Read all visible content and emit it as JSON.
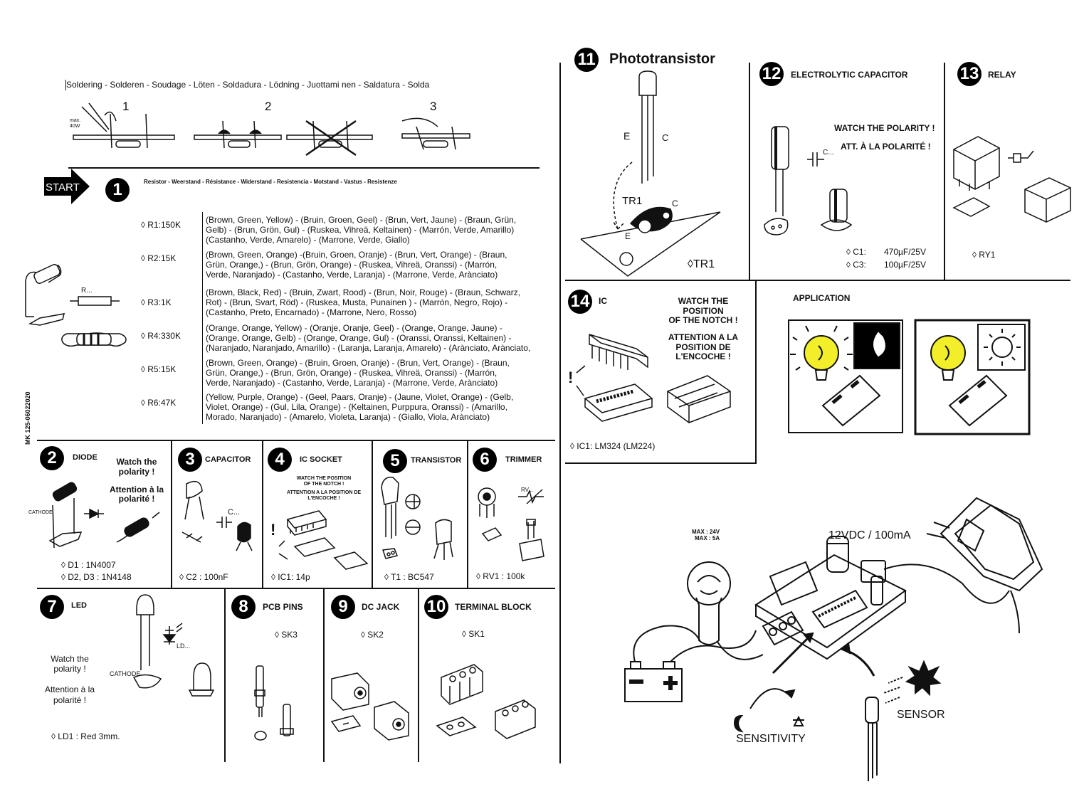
{
  "soldering": {
    "title": "Soldering - Solderen - Soudage - Löten - Soldadura - Lödning - Juottami nen - Saldatura - Solda",
    "steps": [
      "1",
      "2",
      "3"
    ],
    "iron_label": "max. 40W"
  },
  "start_label": "START",
  "side_code": "MK 125-06022020",
  "step1": {
    "num": "1",
    "title": "Resistor - Weerstand - Résistance - Widerstand - Resistencia - Motstand - Vastus - Resistenze",
    "symbol_label": "R...",
    "resistors": [
      {
        "code": "◊ R1:150K",
        "desc": "(Brown, Green, Yellow) - (Bruin, Groen, Geel) - (Brun, Vert, Jaune) - (Braun, Grün,\nGelb) - (Brun, Grön, Gul) - (Ruskea, Vihreä, Keltainen) - (Marrón, Verde, Amarillo)\n(Castanho, Verde, Amarelo) - (Marrone, Verde, Giallo)"
      },
      {
        "code": "◊ R2:15K",
        "desc": "(Brown, Green, Orange) -(Bruin, Groen, Oranje) - (Brun, Vert, Orange) - (Braun,\nGrün, Orange,) - (Brun, Grön, Orange) - (Ruskea, Vihreä, Oranssi) - (Marrón,\nVerde, Naranjado) - (Castanho, Verde, Laranja) - (Marrone, Verde, Arànciato)"
      },
      {
        "code": "◊ R3:1K",
        "desc": "(Brown, Black, Red) - (Bruin, Zwart, Rood) - (Brun, Noir, Rouge) - (Braun, Schwarz,\nRot) - (Brun, Svart, Röd) - (Ruskea, Musta, Punainen ) - (Marrón, Negro, Rojo) -\n(Castanho, Preto, Encarnado) - (Marrone, Nero, Rosso)"
      },
      {
        "code": "◊ R4:330K",
        "desc": "(Orange, Orange, Yellow) - (Oranje, Oranje, Geel) - (Orange, Orange, Jaune) -\n(Orange, Orange, Gelb) - (Orange, Orange, Gul) - (Oranssi, Oranssi, Keltainen) -\n(Naranjado, Naranjado, Amarillo) - (Laranja, Laranja, Amarelo) - (Arànciato, Arànciato,"
      },
      {
        "code": "◊ R5:15K",
        "desc": "(Brown, Green, Orange) - (Bruin, Groen, Oranje) - (Brun, Vert, Orange) - (Braun,\nGrün, Orange,) - (Brun, Grön, Orange) - (Ruskea, Vihreä, Oranssi) - (Marrón,\nVerde, Naranjado) - (Castanho, Verde, Laranja) - (Marrone, Verde, Arànciato)"
      },
      {
        "code": "◊ R6:47K",
        "desc": "(Yellow, Purple, Orange) - (Geel, Paars, Oranje) - (Jaune, Violet, Orange) - (Gelb,\nViolet, Orange) - (Gul, Lila, Orange) - (Keltainen, Purppura, Oranssi) - (Amarillo,\nMorado, Naranjado) - (Amarelo, Violeta, Laranja) - (Giallo, Viola, Arànciato)"
      }
    ]
  },
  "step2": {
    "num": "2",
    "title": "DIODE",
    "watch1": "Watch the",
    "watch2": "polarity !",
    "att1": "Attention à la",
    "att2": "polarité !",
    "cathode": "CATHODE",
    "d1": "◊  D1 : 1N4007",
    "d2": "◊  D2, D3 : 1N4148"
  },
  "step3": {
    "num": "3",
    "title": "CAPACITOR",
    "symbol": "C...",
    "c2": "◊ C2 : 100nF"
  },
  "step4": {
    "num": "4",
    "title": "IC SOCKET",
    "watch1": "WATCH THE POSITION",
    "watch2": "OF THE NOTCH !",
    "att1": "ATTENTION A LA POSITION DE",
    "att2": "L'ENCOCHE !",
    "ic1": "◊ IC1: 14p"
  },
  "step5": {
    "num": "5",
    "title": "TRANSISTOR",
    "t1": "◊ T1 : BC547"
  },
  "step6": {
    "num": "6",
    "title": "TRIMMER",
    "symbol": "RV...",
    "rv1": "◊ RV1 : 100k"
  },
  "step7": {
    "num": "7",
    "title": "LED",
    "watch1": "Watch the",
    "watch2": "polarity !",
    "att1": "Attention à la",
    "att2": "polarité !",
    "cathode": "CATHODE",
    "symbol": "LD...",
    "ld1": "◊  LD1 : Red 3mm."
  },
  "step8": {
    "num": "8",
    "title": "PCB PINS",
    "sk3": "◊ SK3"
  },
  "step9": {
    "num": "9",
    "title": "DC JACK",
    "sk2": "◊ SK2"
  },
  "step10": {
    "num": "10",
    "title": "TERMINAL BLOCK",
    "sk1": "◊ SK1"
  },
  "step11": {
    "num": "11",
    "title": "Phototransistor",
    "e": "E",
    "c": "C",
    "tr1_board": "TR1",
    "c2": "C",
    "e2": "E",
    "tr1": "◊TR1"
  },
  "step12": {
    "num": "12",
    "title": "ELECTROLYTIC CAPACITOR",
    "watch": "WATCH THE POLARITY !",
    "att": "ATT. À LA POLARITÉ !",
    "symbol": "C...",
    "c1_label": "◊ C1:",
    "c1_val": "470µF/25V",
    "c3_label": "◊ C3:",
    "c3_val": "100µF/25V"
  },
  "step13": {
    "num": "13",
    "title": "RELAY",
    "ry1": "◊ RY1"
  },
  "step14": {
    "num": "14",
    "title": "IC",
    "watch": [
      "WATCH THE",
      "POSITION",
      "OF THE NOTCH !"
    ],
    "att": [
      "ATTENTION A LA",
      "POSITION DE",
      "L'ENCOCHE !"
    ],
    "ic1": "◊ IC1: LM324 (LM224)"
  },
  "application": {
    "title": "APPLICATION",
    "max1": "MAX : 24V",
    "max2": "MAX : 5A",
    "supply": "12VDC / 100mA",
    "sensitivity": "SENSITIVITY",
    "sensor": "SENSOR"
  },
  "colors": {
    "bulb": "#f2ee2a",
    "ink": "#111111"
  }
}
